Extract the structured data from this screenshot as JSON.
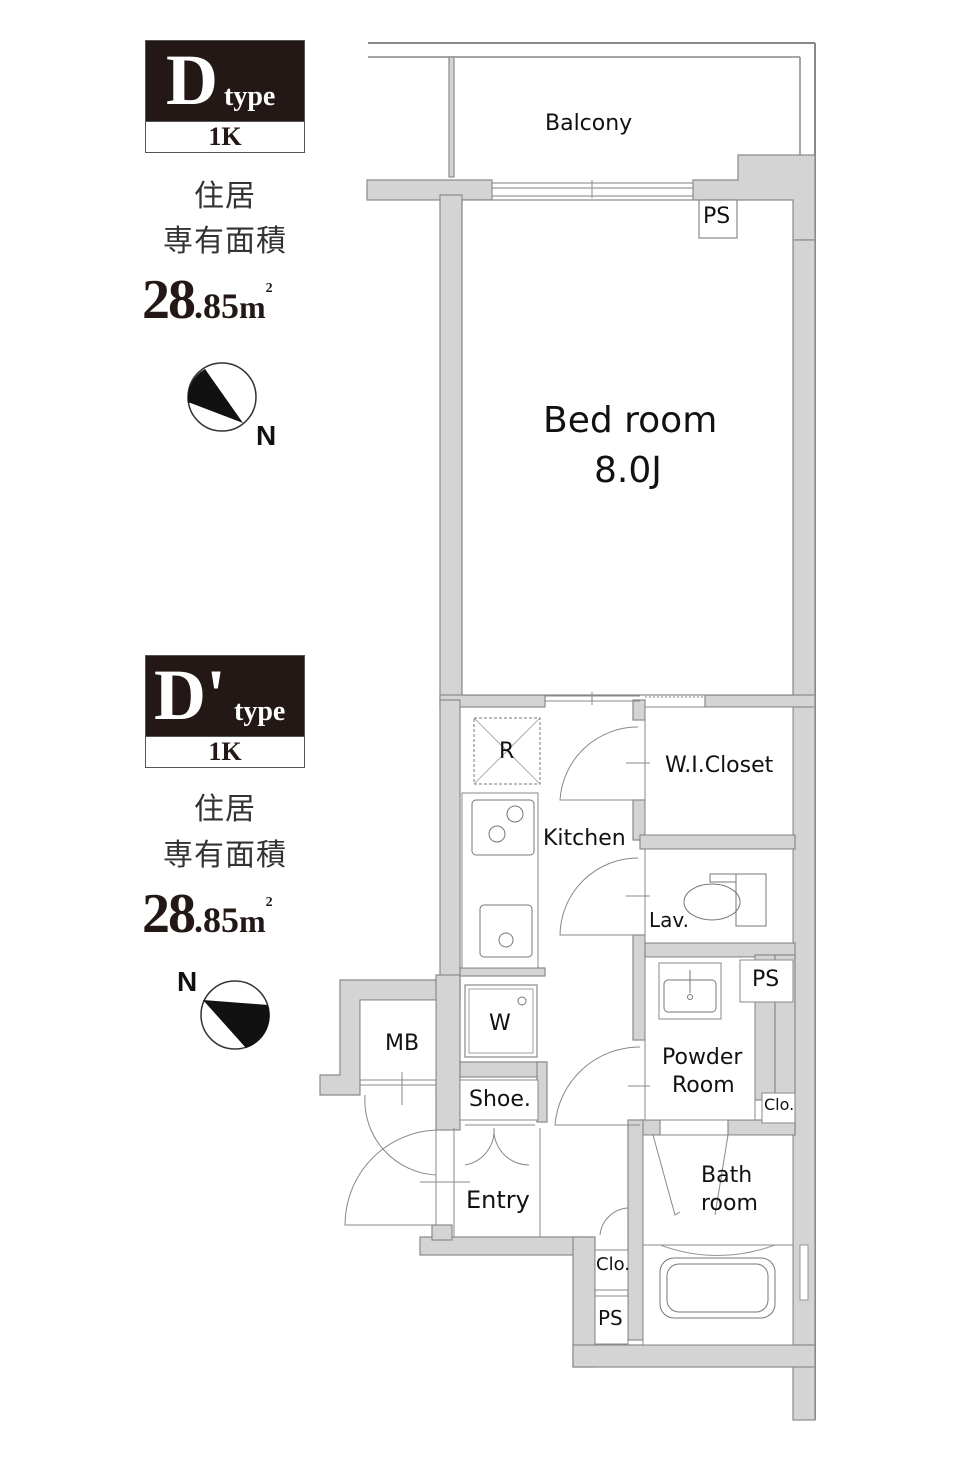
{
  "units": [
    {
      "type_letter": "D",
      "type_suffix": "type",
      "layout": "1K",
      "area_label_line1": "住居",
      "area_label_line2": "専有面積",
      "area_int": "28",
      "area_dec": ".85",
      "area_unit": "m",
      "area_unit_sup": "2",
      "compass_label": "N"
    },
    {
      "type_letter": "D'",
      "type_suffix": "type",
      "layout": "1K",
      "area_label_line1": "住居",
      "area_label_line2": "専有面積",
      "area_int": "28",
      "area_dec": ".85",
      "area_unit": "m",
      "area_unit_sup": "2",
      "compass_label": "N"
    }
  ],
  "rooms": {
    "balcony": "Balcony",
    "bedroom_name": "Bed room",
    "bedroom_size": "8.0J",
    "ps_top": "PS",
    "refrigerator": "R",
    "kitchen": "Kitchen",
    "walk_in_closet": "W.I.Closet",
    "lavatory": "Lav.",
    "washer": "W",
    "ps_mid": "PS",
    "meter_box": "MB",
    "shoe": "Shoe.",
    "entry": "Entry",
    "powder_room_line1": "Powder",
    "powder_room_line2": "Room",
    "closet_small": "Clo.",
    "bath_line1": "Bath",
    "bath_line2": "room",
    "closet_bottom": "Clo.",
    "ps_bottom": "PS"
  },
  "colors": {
    "wall_fill": "#d4d4d4",
    "wall_stroke": "#8a8a8a",
    "badge_dark": "#231815",
    "text": "#111111"
  }
}
